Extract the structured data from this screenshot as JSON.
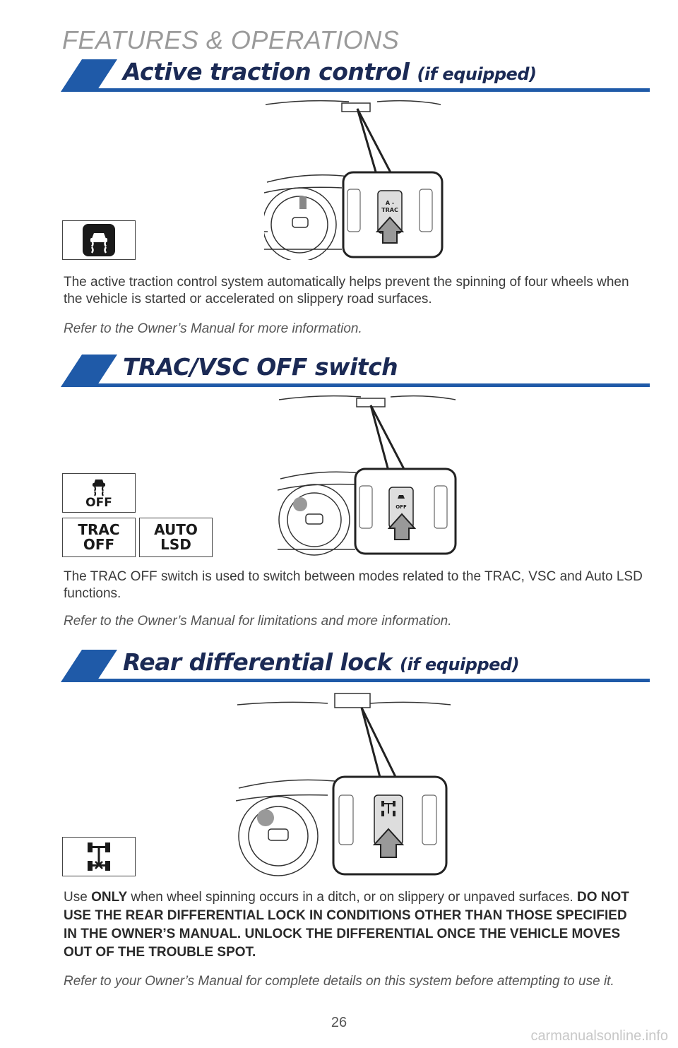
{
  "header": {
    "title": "FEATURES & OPERATIONS"
  },
  "sections": [
    {
      "title": "Active traction control",
      "subtitle": "(if equipped)",
      "button_label": "A -\nTRAC",
      "body": "The active traction control system automatically helps prevent the spinning of four wheels when the vehicle is started or accelerated on slippery road surfaces.",
      "note": "Refer to the Owner’s Manual for more information."
    },
    {
      "title": "TRAC/VSC OFF switch",
      "subtitle": "",
      "icon_label_off": "OFF",
      "trac_off_line1": "TRAC",
      "trac_off_line2": "OFF",
      "auto_lsd_line1": "AUTO",
      "auto_lsd_line2": "LSD",
      "button_label": "OFF",
      "body": "The TRAC OFF switch is used to switch between modes related to the TRAC, VSC and Auto LSD functions.",
      "note": "Refer to the Owner’s Manual for limitations and more information."
    },
    {
      "title": "Rear differential lock",
      "subtitle": "(if equipped)",
      "body_prefix": "Use ",
      "body_only": "ONLY",
      "body_mid": " when wheel spinning occurs in a ditch, or on slippery or unpaved surfaces. ",
      "body_warning": "DO NOT USE THE REAR DIFFERENTIAL LOCK IN CONDITIONS OTHER THAN THOSE SPECIFIED IN THE OWNER’S MANUAL. UNLOCK THE DIFFERENTIAL ONCE THE VEHICLE MOVES OUT OF THE TROUBLE SPOT.",
      "note": "Refer to your Owner’s Manual for complete details on this system before attempting to use it."
    }
  ],
  "footer": {
    "page_number": "26",
    "watermark": "carmanualsonline.info"
  },
  "colors": {
    "accent": "#1f5aa8",
    "title": "#1b2a55"
  }
}
